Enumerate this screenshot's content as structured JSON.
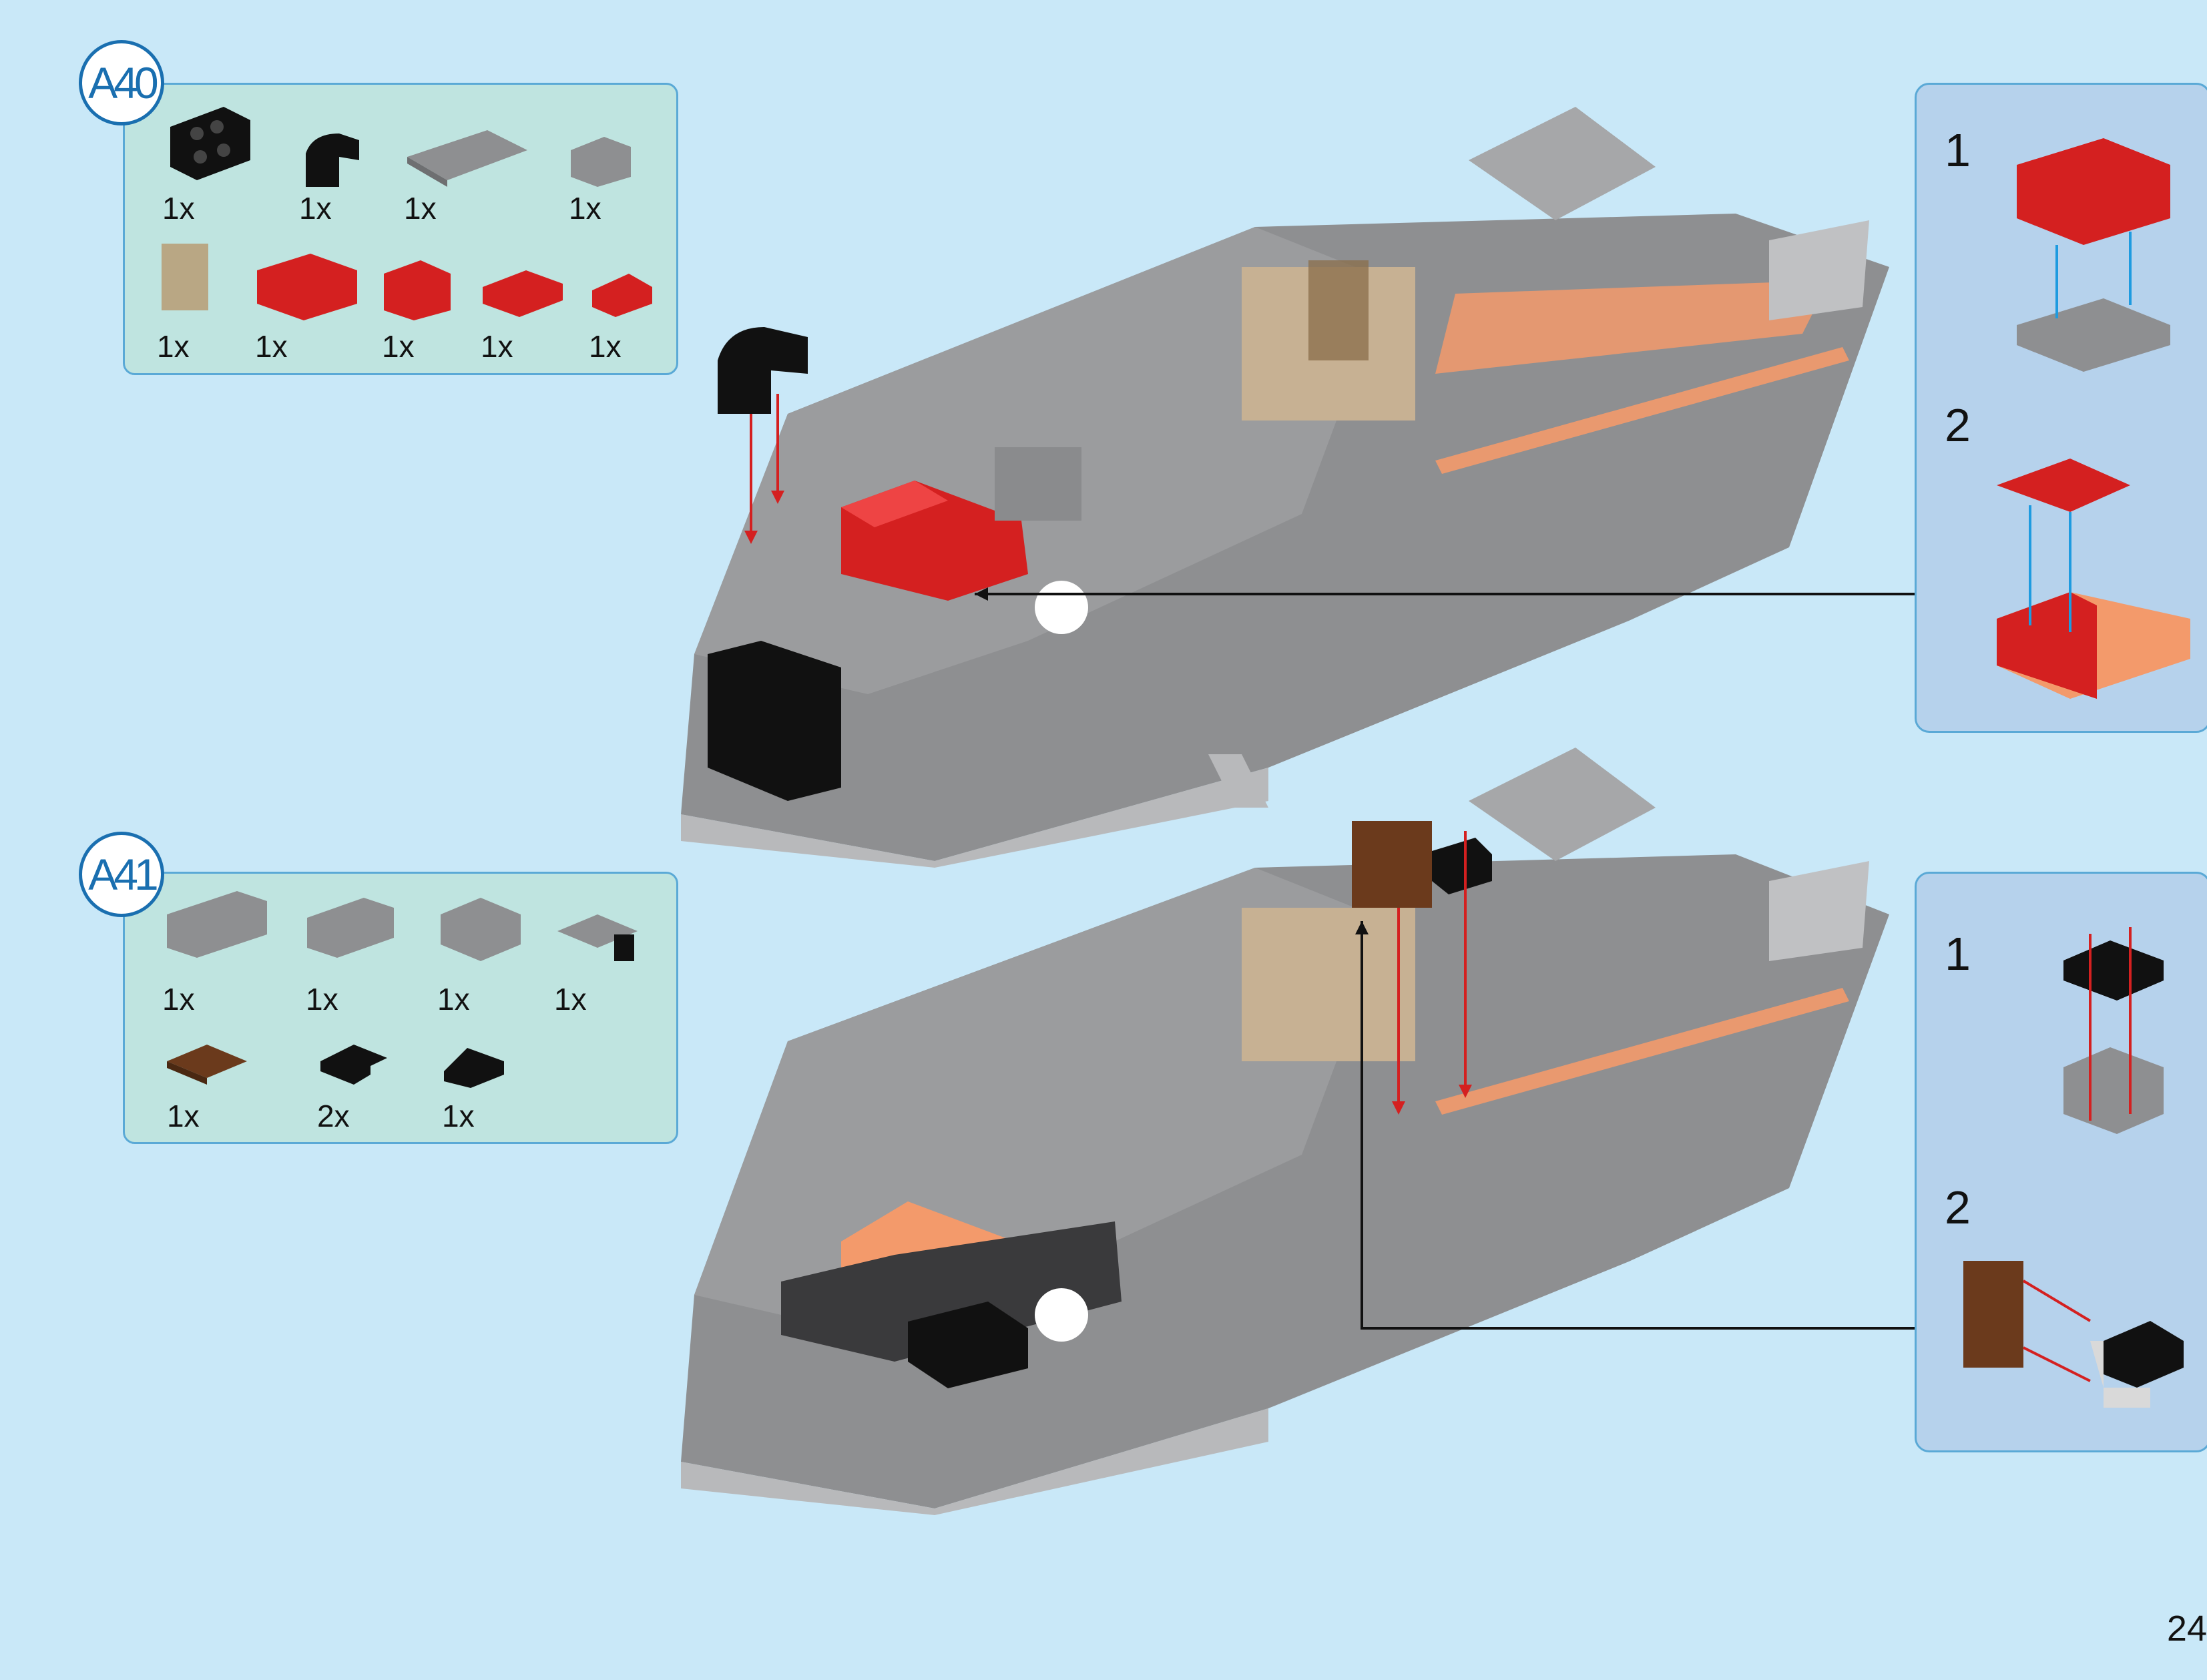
{
  "page": {
    "number": "24",
    "background": "#c9e8f8"
  },
  "steps": [
    {
      "id": "A40",
      "parts": [
        {
          "icon": "black-2x4-plate-with-studs-icon",
          "qty": "1x"
        },
        {
          "icon": "black-curved-slope-icon",
          "qty": "1x"
        },
        {
          "icon": "gray-2x6-plate-icon",
          "qty": "1x"
        },
        {
          "icon": "gray-1x2-brick-icon",
          "qty": "1x"
        },
        {
          "icon": "trans-brown-panel-icon",
          "qty": "1x"
        },
        {
          "icon": "red-2x3-curved-brick-icon",
          "qty": "1x"
        },
        {
          "icon": "red-1x2-brick-icon",
          "qty": "1x"
        },
        {
          "icon": "red-2x3-plate-icon",
          "qty": "1x"
        },
        {
          "icon": "red-slope-tile-icon",
          "qty": "1x"
        }
      ],
      "substeps": [
        "1",
        "2"
      ]
    },
    {
      "id": "A41",
      "parts": [
        {
          "icon": "gray-1x4-brick-icon",
          "qty": "1x"
        },
        {
          "icon": "gray-1x3-brick-icon",
          "qty": "1x"
        },
        {
          "icon": "gray-2x2-brick-icon",
          "qty": "1x"
        },
        {
          "icon": "gray-bracket-plate-icon",
          "qty": "1x"
        },
        {
          "icon": "brown-2x2-tile-icon",
          "qty": "1x"
        },
        {
          "icon": "black-2x2-corner-plate-icon",
          "qty": "2x"
        },
        {
          "icon": "black-1x2-slope-icon",
          "qty": "1x"
        }
      ],
      "substeps": [
        "1",
        "2"
      ]
    }
  ],
  "colors": {
    "accent_blue": "#1a6fb0",
    "arrow_red": "#d42020",
    "arrow_blue": "#1e9be0",
    "model_gray": "#8e8f91",
    "highlight_orange": "#f39a6b"
  }
}
